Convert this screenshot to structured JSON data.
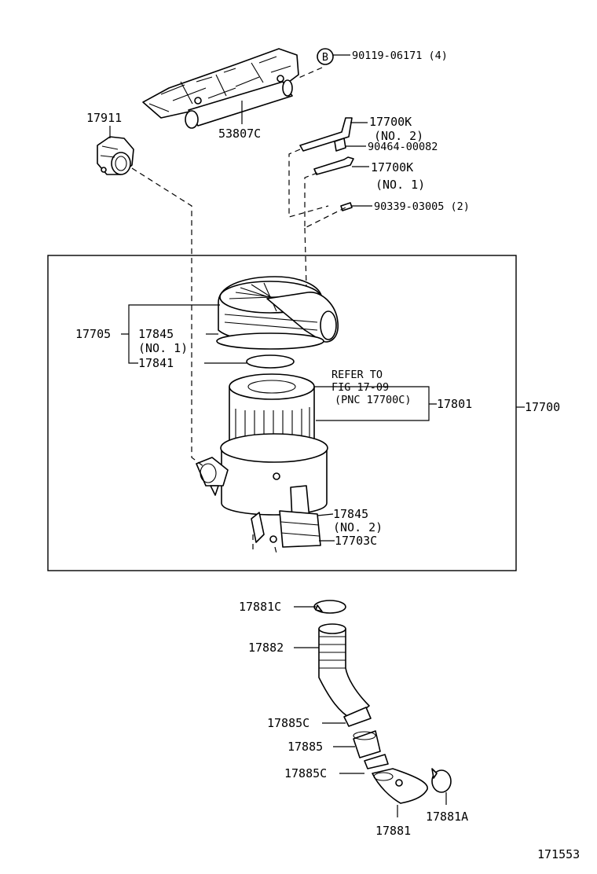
{
  "labels": {
    "bolt_code": "90119-06171 (4)",
    "bolt_marker": "B",
    "duct_intake": "53807C",
    "resonator": "17911",
    "hose_no2": "17700K",
    "hose_no2_sub": "(NO. 2)",
    "clip": "90464-00082",
    "hose_no1": "17700K",
    "hose_no1_sub": "(NO. 1)",
    "plug": "90339-03005 (2)",
    "cap_subassy": "17705",
    "gasket_top": "17845",
    "gasket_top_sub": "(NO. 1)",
    "wing_nut": "17841",
    "refer_line1": "REFER TO",
    "refer_line2": "FIG 17-09",
    "refer_line3": "(PNC 17700C)",
    "element": "17801",
    "assembly": "17700",
    "gasket_bottom": "17845",
    "gasket_bottom_sub": "(NO. 2)",
    "bracket": "17703C",
    "clamp_top": "17881C",
    "hose_main": "17882",
    "clamp_mid1": "17885C",
    "connector": "17885",
    "clamp_mid2": "17885C",
    "clamp_end": "17881A",
    "hose_lower": "17881",
    "figure_id": "171553"
  }
}
